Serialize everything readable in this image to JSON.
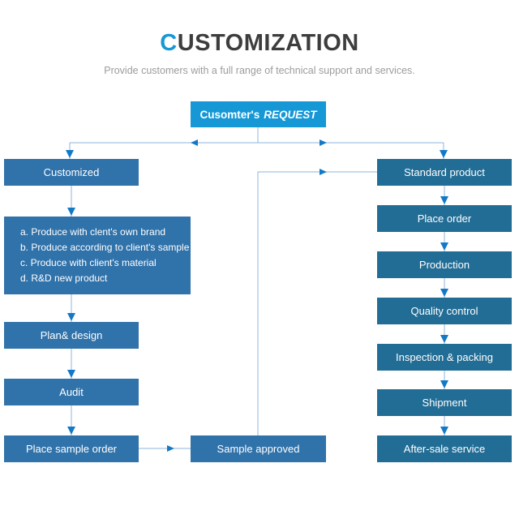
{
  "header": {
    "title_accent": "C",
    "title_rest": "USTOMIZATION",
    "subtitle": "Provide customers with a full range of technical support and services."
  },
  "flowchart": {
    "root": {
      "name": "Cusomter's",
      "request": "REQUEST"
    },
    "custom_branch": {
      "customized": "Customized",
      "options": [
        "a. Produce with clent's own brand",
        "b. Produce according to client's sample",
        "c. Produce with client's material",
        "d. R&D new product"
      ],
      "plan_design": "Plan& design",
      "audit": "Audit",
      "place_sample_order": "Place sample order",
      "sample_approved": "Sample approved"
    },
    "standard_branch": {
      "standard_product": "Standard product",
      "place_order": "Place order",
      "production": "Production",
      "quality_control": "Quality control",
      "inspection_packing": "Inspection & packing",
      "shipment": "Shipment",
      "after_sale_service": "After-sale service"
    }
  },
  "colors": {
    "accent_blue": "#1697d6",
    "left_box_blue": "#3072aa",
    "right_box_blue": "#226d95",
    "connector_line": "#8fb6dc",
    "arrow_blue": "#1379c7",
    "title_dark": "#3d3d3d",
    "subtitle_gray": "#9c9c9c"
  }
}
